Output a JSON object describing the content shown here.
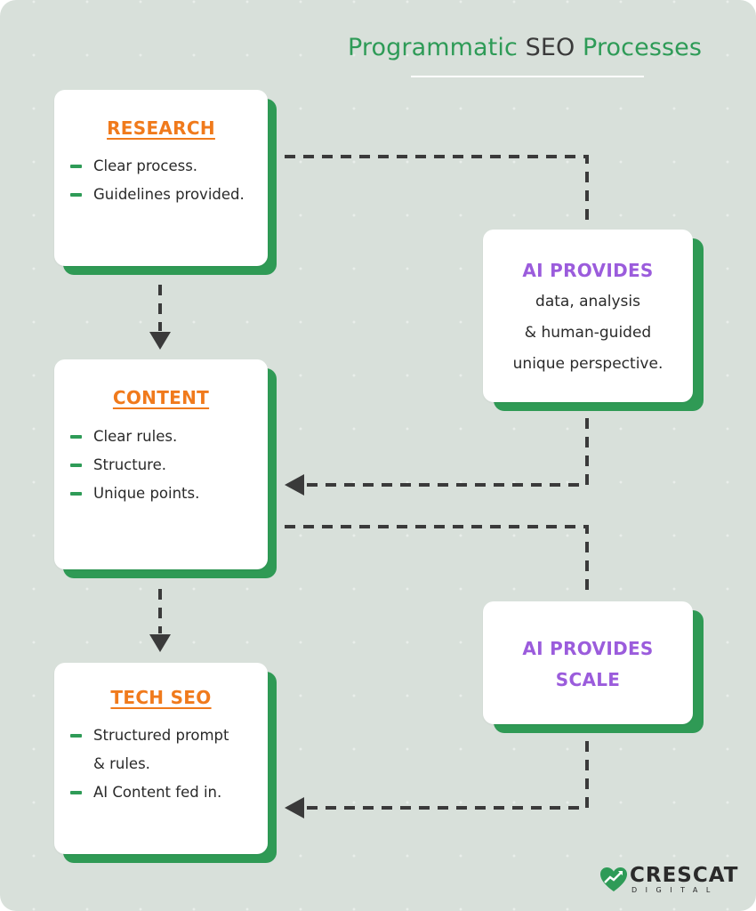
{
  "title": {
    "part1": "Programmatic",
    "part2": "SEO",
    "part3": "Processes"
  },
  "stages": [
    {
      "heading": "RESEARCH",
      "bullets": [
        "Clear process.",
        "Guidelines provided."
      ]
    },
    {
      "heading": "CONTENT",
      "bullets": [
        "Clear rules.",
        "Structure.",
        "Unique points."
      ]
    },
    {
      "heading": "TECH SEO",
      "bullets": [
        "Structured prompt",
        "& rules.",
        "AI Content fed in."
      ]
    }
  ],
  "ai_boxes": [
    {
      "heading": "AI PROVIDES",
      "lines": [
        "data, analysis",
        "& human-guided",
        "unique perspective."
      ]
    },
    {
      "heading_line1": "AI PROVIDES",
      "heading_line2": "SCALE"
    }
  ],
  "logo": {
    "word": "CRESCAT",
    "sub": "DIGITAL"
  },
  "colors": {
    "background": "#d8e0da",
    "green": "#2e9b57",
    "orange": "#f07a1c",
    "purple": "#9b5cdc",
    "connector": "#3a3a3a"
  }
}
